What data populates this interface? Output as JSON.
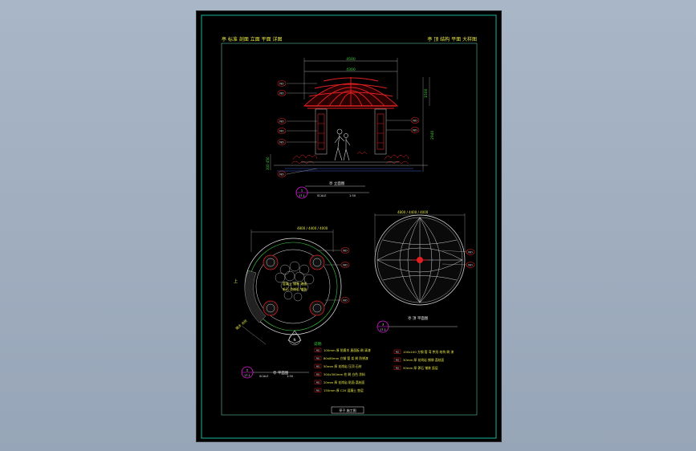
{
  "sheet": {
    "title_left": "亭 标准 剖面 立面 平面 详图",
    "title_right": "亭 顶 结构 平面 大样图",
    "title_block": "亭子 施工图"
  },
  "elevation": {
    "dim_top_outer": "4500",
    "dim_top_inner": "4300",
    "dim_right_1": "1500",
    "dim_right_2": "2940",
    "dim_left": "300 450",
    "callouts": [
      "NO",
      "NO",
      "NO",
      "NO",
      "NO",
      "NO",
      "NO",
      "NO"
    ],
    "caption": "亭 立面图",
    "detail_no": "1",
    "sheet_ref": "17-1",
    "scale_label": "SCALE",
    "scale_value": "1:50"
  },
  "plan": {
    "dim_top": "4800 / 4400 / 4000",
    "callouts": [
      "NO",
      "NO",
      "NO"
    ],
    "center_text_1": "混凝土 铺装 地面",
    "center_text_2": "毛石 花岗岩 铺装",
    "side_label": "上",
    "bottom_label": "踏步 台阶",
    "caption": "亭 平面图",
    "detail_no": "2",
    "sheet_ref": "17-1",
    "scale_label": "SCALE",
    "scale_value": "1:50",
    "north_label": "N"
  },
  "roof_plan": {
    "dim_top": "4800 / 4400 / 4000",
    "callouts": [
      "NO",
      "NO"
    ],
    "caption": "亭 顶 平面图",
    "detail_no": "3",
    "sheet_ref": "17-1"
  },
  "notes": {
    "heading": "说明:",
    "left": [
      {
        "code": "NO",
        "text": "100mm 厚 防腐木 屋面板 刷 清漆"
      },
      {
        "code": "NO",
        "text": "80x80mm 方钢 管 架 刷 防锈漆"
      },
      {
        "code": "NO",
        "text": "50mm 厚 花岗岩 压顶 石材"
      },
      {
        "code": "NO",
        "text": "300x300mm 柱 刷 白色 涂料"
      },
      {
        "code": "NO",
        "text": "20mm 厚 花岗岩 贴面 荔枝面"
      },
      {
        "code": "NO",
        "text": "150mm 厚 C20 混凝土 垫层"
      }
    ],
    "right": [
      {
        "code": "NO",
        "text": "100x100 方钢 管 弯 拱形 结构 刷 漆"
      },
      {
        "code": "NO",
        "text": "30mm 厚 花岗岩 铺装 荔枝面"
      },
      {
        "code": "NO",
        "text": "50mm 厚 卵石 铺装 面层"
      }
    ]
  },
  "colors": {
    "frame": "#17b39a",
    "inner_frame": "#5fbf9a",
    "red": "#e02020",
    "yellow": "#e9e94a",
    "green": "#3ed13e",
    "magenta": "#d218d2",
    "gray": "#a9a9a9"
  }
}
